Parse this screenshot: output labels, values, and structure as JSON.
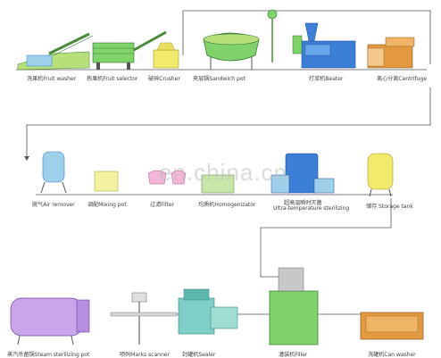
{
  "watermark": "en.china.cn",
  "colors": {
    "line": "#555555",
    "green": "#7fd36a",
    "lime": "#b7e07a",
    "blue": "#3b7fd6",
    "lightblue": "#9fd0ea",
    "orange": "#e39a3f",
    "yellow": "#f2ea6a",
    "purple": "#c9a6ea",
    "teal": "#7ed0c7",
    "pink": "#f3b6d8",
    "gray": "#c8c8c8"
  },
  "row1": [
    {
      "label": "洗果机Fruit washer"
    },
    {
      "label": "拣果机Fruit selector"
    },
    {
      "label": "破碎Crusher"
    },
    {
      "label": "夹层锅Sandwich pot"
    },
    {
      "label": "打浆机Beater"
    },
    {
      "label": "离心分离Centrifuge"
    }
  ],
  "row2": [
    {
      "label": "脱气Air remover"
    },
    {
      "label": "调配Mixing pot"
    },
    {
      "label": "过滤Filter"
    },
    {
      "label": "均质机Homogenizator"
    },
    {
      "label": "超高温瞬时灭菌"
    },
    {
      "label": "Ultra-temperature sterilizing"
    },
    {
      "label": "储存 Storage tank"
    }
  ],
  "row3": [
    {
      "label": "蒸汽杀菌锅Steam sterilizing pot"
    },
    {
      "label": "喷码Marks scanner"
    },
    {
      "label": "封罐机Sealer"
    },
    {
      "label": "灌装机Filler"
    },
    {
      "label": "洗罐机Can washer"
    }
  ]
}
